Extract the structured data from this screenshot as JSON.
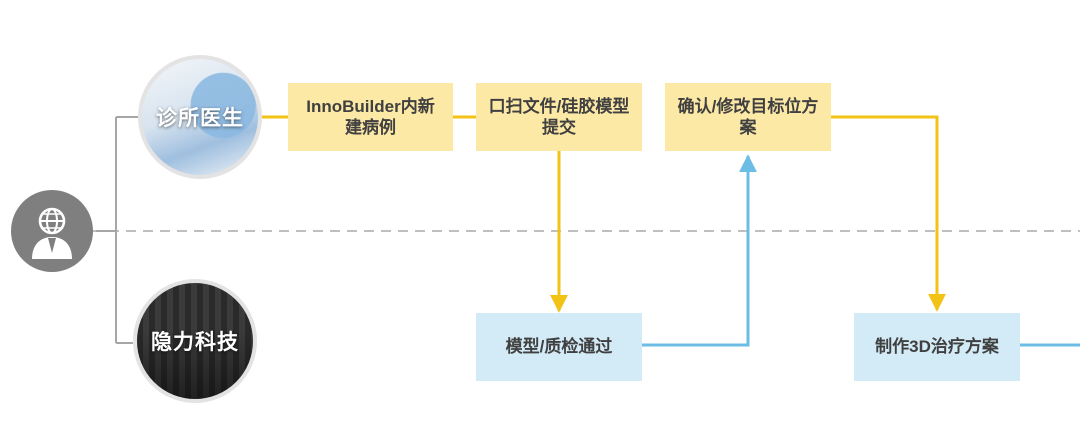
{
  "roles": {
    "doctor": "诊所医生",
    "tech": "隐力科技"
  },
  "actor": {
    "icon": "person-globe-icon"
  },
  "steps": {
    "create_case": "InnoBuilder内新建病例",
    "submit_scan": "口扫文件/硅胶模型提交",
    "confirm_plan": "确认/修改目标位方案",
    "model_qc": "模型/质检通过",
    "make_plan": "制作3D治疗方案"
  },
  "colors": {
    "step_doctor": "#fde9a6",
    "step_tech": "#d3ebf7",
    "flow_doctor": "#f2c315",
    "flow_tech": "#6cbde6",
    "divider": "#bfbfbf"
  }
}
